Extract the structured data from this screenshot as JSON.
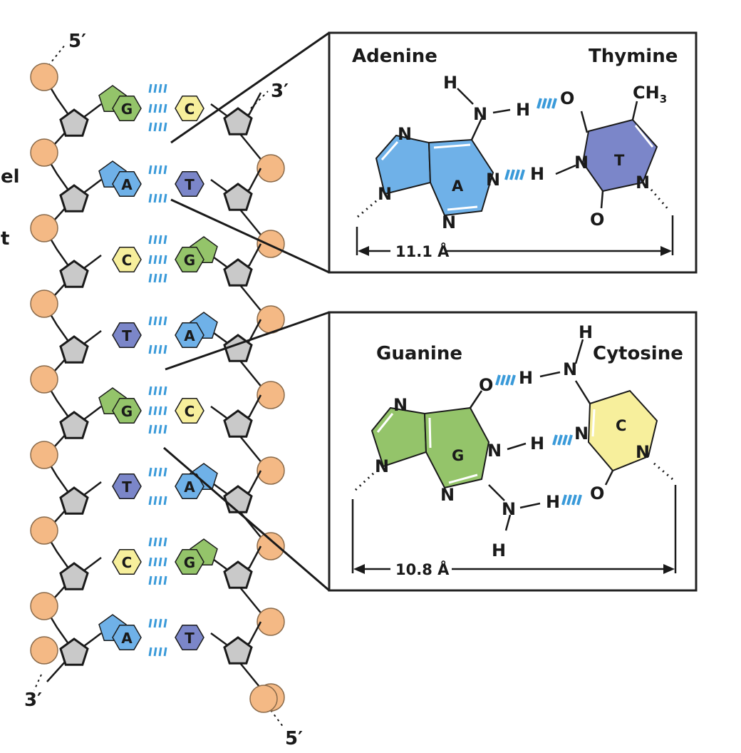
{
  "strand_labels": {
    "top_left": "5′",
    "top_right": "3′",
    "bottom_left": "3′",
    "bottom_right": "5′"
  },
  "left_edge_fragments": [
    "el",
    "t"
  ],
  "helix_pairs": [
    {
      "left": "G",
      "right": "C"
    },
    {
      "left": "A",
      "right": "T"
    },
    {
      "left": "C",
      "right": "G"
    },
    {
      "left": "T",
      "right": "A"
    },
    {
      "left": "G",
      "right": "C"
    },
    {
      "left": "T",
      "right": "A"
    },
    {
      "left": "C",
      "right": "G"
    },
    {
      "left": "A",
      "right": "T"
    }
  ],
  "at_panel": {
    "left_name": "Adenine",
    "right_name": "Thymine",
    "left_ring_letter": "A",
    "right_ring_letter": "T",
    "distance": "11.1 Å",
    "atoms": {
      "h_top": "H",
      "n_amino": "N",
      "h_amino": "H",
      "o_thy": "O",
      "n7": "N",
      "n9": "N",
      "n1": "N",
      "n3": "N",
      "h_thy": "H",
      "n_thy3": "N",
      "o_thy2": "O",
      "n_thy1": "N",
      "methyl": "CH",
      "methyl_sub": "3"
    }
  },
  "gc_panel": {
    "left_name": "Guanine",
    "right_name": "Cytosine",
    "left_ring_letter": "G",
    "right_ring_letter": "C",
    "distance": "10.8 Å",
    "atoms": {
      "o_gua": "O",
      "h_cyt_amino": "H",
      "n_cyt_amino": "N",
      "h_cyt_top": "H",
      "n7": "N",
      "n9": "N",
      "n1": "N",
      "h1": "H",
      "n3_cyt": "N",
      "n3_gua": "N",
      "n_amino": "N",
      "h_amino": "H",
      "o_cyt": "O",
      "h_amino_bottom": "H",
      "n_cyt1": "N"
    }
  },
  "colors": {
    "A": "#6fb1e8",
    "T": "#7b86c9",
    "G": "#94c46a",
    "C": "#f7ef9c",
    "phosphate": "#f4b985",
    "sugar": "#c9c9c9",
    "hbond": "#3a9ad9",
    "panel_border": "#222222"
  }
}
